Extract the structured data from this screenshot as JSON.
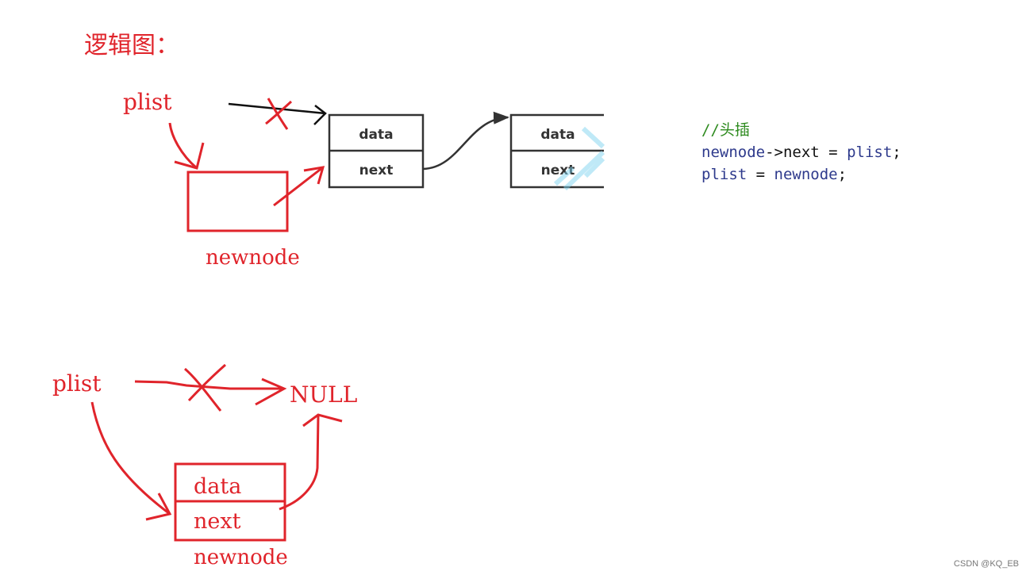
{
  "title": "逻辑图：",
  "diagram_top": {
    "pointer_label": "plist",
    "newnode_label": "newnode",
    "nodes": [
      {
        "data_label": "data",
        "next_label": "next"
      },
      {
        "data_label": "data",
        "next_label": "next"
      }
    ]
  },
  "diagram_bottom": {
    "pointer_label": "plist",
    "null_label": "NULL",
    "node_data_label": "data",
    "node_next_label": "next",
    "newnode_label": "newnode"
  },
  "code": {
    "comment": "//头插",
    "line1": {
      "lhs": "newnode",
      "arrow": "->",
      "field": "next",
      "op": " = ",
      "rhs": "plist",
      "end": ";"
    },
    "line2": {
      "lhs": "plist",
      "op": " = ",
      "rhs": "newnode",
      "end": ";"
    }
  },
  "footer": "CSDN @KQ_EB",
  "colors": {
    "red": "#e0242b",
    "dark": "#333333",
    "watermark": "#7fd4f0"
  }
}
